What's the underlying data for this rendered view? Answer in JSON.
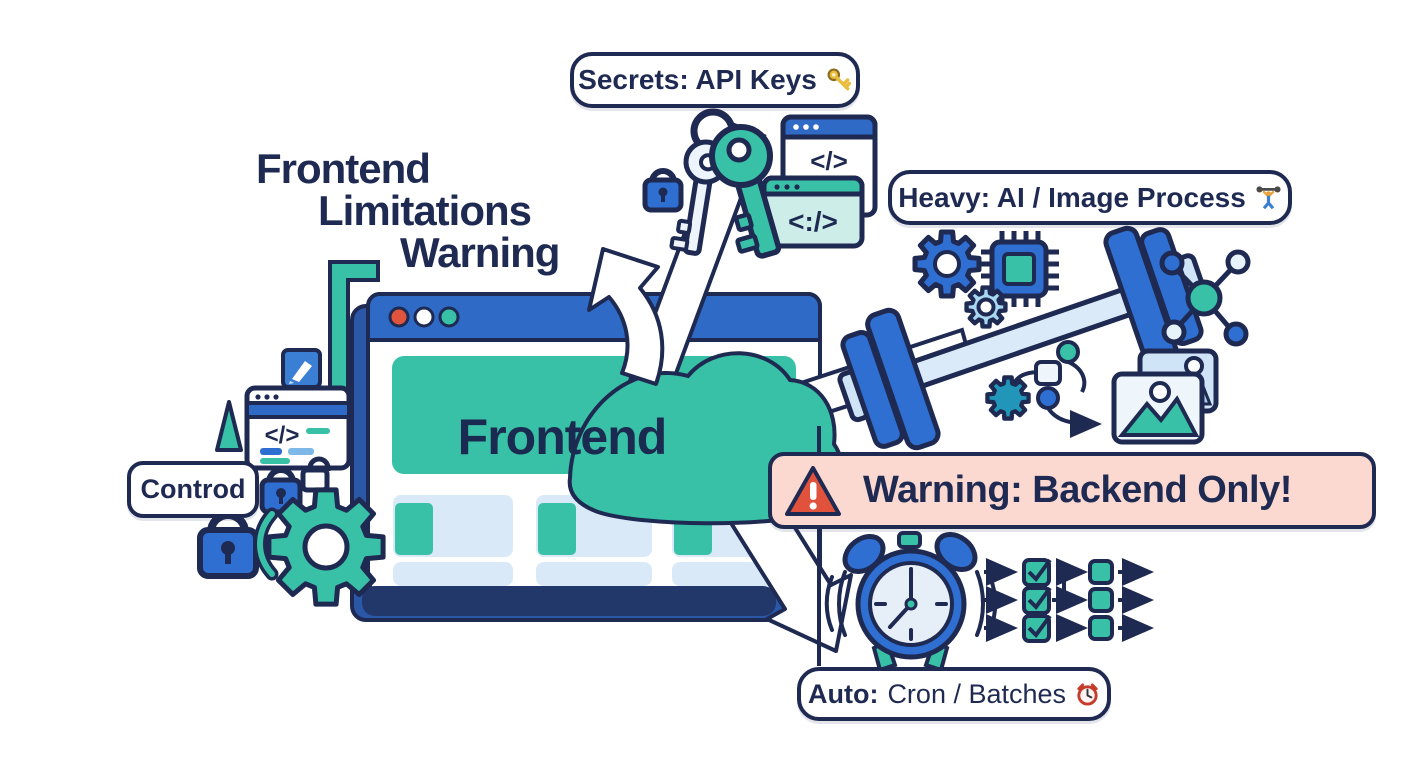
{
  "title": {
    "lines": [
      "Frontend",
      "Limitations",
      "Warning"
    ]
  },
  "browser_window": {
    "hero_label": "Frontend"
  },
  "callouts": {
    "secrets": {
      "label": "Secrets: API Keys",
      "icon": "key"
    },
    "heavy": {
      "label": "Heavy: AI / Image Process",
      "icon": "weightlifter"
    },
    "warning": {
      "label": "Warning: Backend Only!",
      "icon": "warning-triangle"
    },
    "auto": {
      "label_bold": "Auto:",
      "label_rest": "Cron / Batches",
      "icon": "alarm-clock"
    },
    "control": {
      "label": "Controd"
    }
  },
  "code_windows": {
    "top_a": "</>",
    "top_b": "<:/>",
    "left": "</>"
  },
  "colors": {
    "navy": "#1f2a52",
    "blue": "#2f6fd1",
    "titlebar_blue": "#2e6ac6",
    "teal": "#38c1a6",
    "teal_light": "#cdeee8",
    "blue_light": "#d9e9f8",
    "shadow_blue": "#2b57a7",
    "banner_pink": "#fbd8d0",
    "alert_red": "#e1523d",
    "key_gold": "#e9bd3f"
  }
}
